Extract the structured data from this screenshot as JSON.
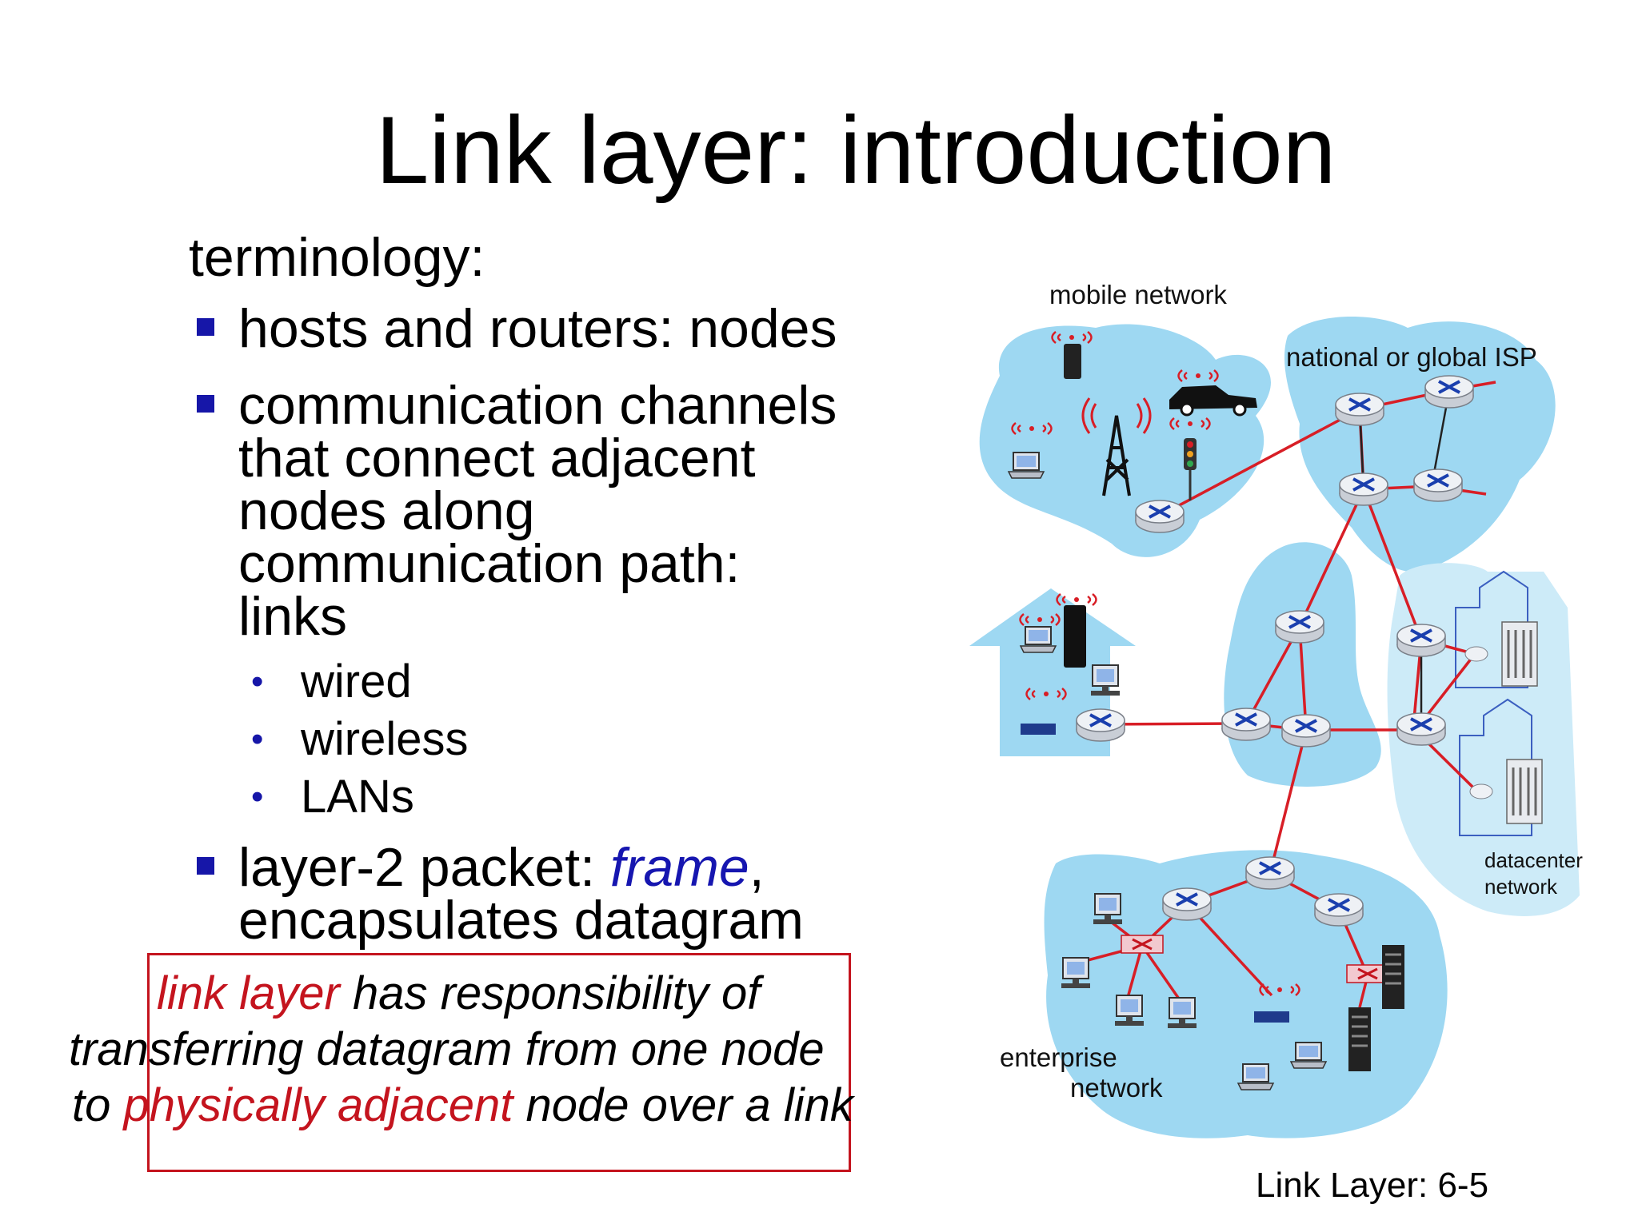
{
  "slide": {
    "title": "Link layer: introduction",
    "heading": "terminology:",
    "bullets": [
      {
        "lines": [
          "hosts and routers: nodes"
        ]
      },
      {
        "lines": [
          "communication channels",
          "that connect adjacent",
          "nodes along",
          "communication path:",
          "links"
        ]
      },
      {
        "prefix": "layer-2 packet: ",
        "em": "frame",
        "suffix": ",",
        "line2": "encapsulates datagram"
      }
    ],
    "sub_bullets": [
      "wired",
      "wireless",
      "LANs"
    ],
    "callout": {
      "line1_red": "link layer",
      "line1_rest": " has responsibility of",
      "line2": "transferring datagram from one node",
      "line3_pre": "to ",
      "line3_red": "physically adjacent",
      "line3_post": " node over a link"
    },
    "footer": "Link Layer: 6-5"
  },
  "diagram": {
    "labels": {
      "mobile": "mobile network",
      "isp": "national or global ISP",
      "datacenter_1": "datacenter",
      "datacenter_2": "network",
      "enterprise_1": "enterprise",
      "enterprise_2": "network"
    },
    "colors": {
      "cloud": "#9ed8f2",
      "link": "#d81e26",
      "router": "#1a3fae",
      "switch": "#f2c9cf"
    }
  }
}
